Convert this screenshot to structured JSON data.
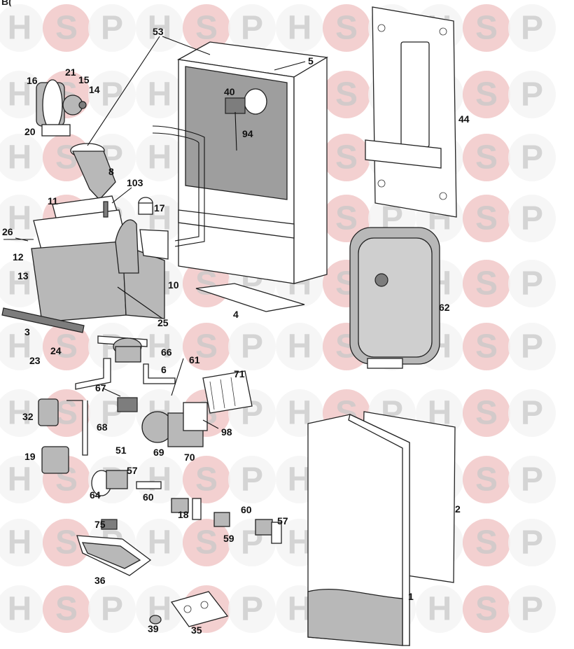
{
  "corner_text": "B(",
  "watermark": {
    "letters": [
      "H",
      "S",
      "P"
    ],
    "colors": {
      "H": "#c9c9c9",
      "S_circle": "#e9a9a9",
      "S_text": "#f3f3f3",
      "P": "#c9c9c9"
    }
  },
  "labels": {
    "p1": "1",
    "p2": "2",
    "p3": "3",
    "p4": "4",
    "p5": "5",
    "p6": "6",
    "p8": "8",
    "p10": "10",
    "p11": "11",
    "p12": "12",
    "p13": "13",
    "p14": "14",
    "p15": "15",
    "p16": "16",
    "p17": "17",
    "p18": "18",
    "p19": "19",
    "p20": "20",
    "p21": "21",
    "p23": "23",
    "p24": "24",
    "p25": "25",
    "p26": "26",
    "p32": "32",
    "p35": "35",
    "p36": "36",
    "p39": "39",
    "p40": "40",
    "p44": "44",
    "p51": "51",
    "p53": "53",
    "p57a": "57",
    "p57b": "57",
    "p59": "59",
    "p60a": "60",
    "p60b": "60",
    "p61": "61",
    "p62": "62",
    "p64": "64",
    "p66": "66",
    "p67": "67",
    "p68": "68",
    "p69": "69",
    "p70": "70",
    "p71": "71",
    "p75": "75",
    "p94": "94",
    "p98": "98",
    "p103": "103"
  }
}
